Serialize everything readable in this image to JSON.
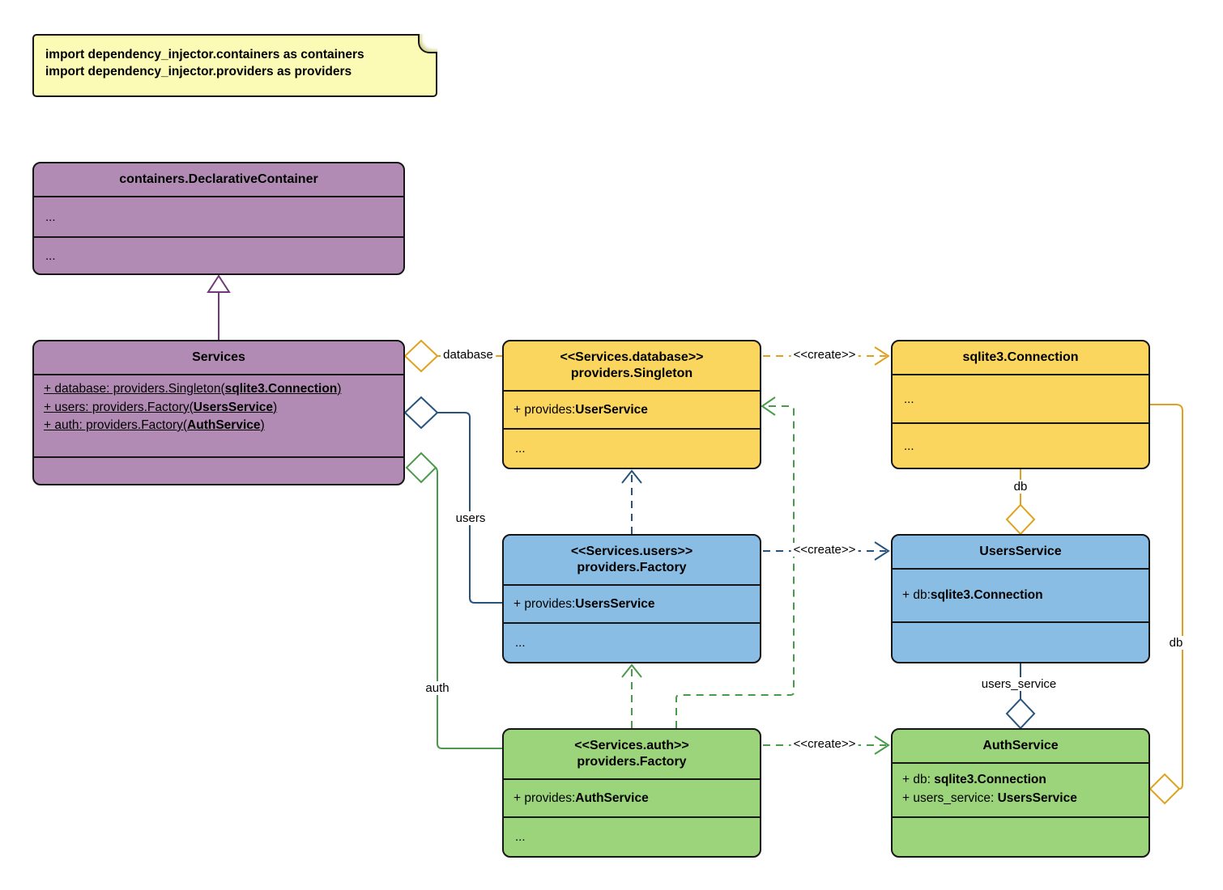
{
  "note": {
    "line1": "import dependency_injector.containers as containers",
    "line2": "import dependency_injector.providers as providers"
  },
  "classes": {
    "declarative_container": {
      "title": "containers.DeclarativeContainer",
      "section1": "...",
      "section2": "..."
    },
    "services": {
      "title": "Services",
      "attr1": {
        "prefix": "+ database: providers.Singleton(",
        "bold": "sqlite3.Connection",
        "suffix": ")"
      },
      "attr2": {
        "prefix": "+ users: providers.Factory(",
        "bold": "UsersService",
        "suffix": ")"
      },
      "attr3": {
        "prefix": "+ auth: providers.Factory(",
        "bold": "AuthService",
        "suffix": ")"
      }
    },
    "database_provider": {
      "title_line1": "<<Services.database>>",
      "title_line2": "providers.Singleton",
      "provides": {
        "prefix": "+ provides: ",
        "bold": "UserService"
      },
      "section2": "..."
    },
    "sqlite_connection": {
      "title": "sqlite3.Connection",
      "section1": "...",
      "section2": "..."
    },
    "users_provider": {
      "title_line1": "<<Services.users>>",
      "title_line2": "providers.Factory",
      "provides": {
        "prefix": "+ provides: ",
        "bold": "UsersService"
      },
      "section2": "..."
    },
    "users_service": {
      "title": "UsersService",
      "attr1": {
        "prefix": "+ db: ",
        "bold": "sqlite3.Connection"
      }
    },
    "auth_provider": {
      "title_line1": "<<Services.auth>>",
      "title_line2": "providers.Factory",
      "provides": {
        "prefix": "+ provides: ",
        "bold": "AuthService"
      },
      "section2": "..."
    },
    "auth_service": {
      "title": "AuthService",
      "attr1": {
        "prefix": "+ db: ",
        "bold": "sqlite3.Connection"
      },
      "attr2": {
        "prefix": "+ users_service: ",
        "bold": "UsersService"
      }
    }
  },
  "edge_labels": {
    "database": "database",
    "users": "users",
    "auth": "auth",
    "db_top": "db",
    "db_right": "db",
    "users_service": "users_service",
    "create": "<<create>>"
  },
  "colors": {
    "purple_fill": "#B18BB4",
    "purple_line": "#71397B",
    "yellow_fill": "#FBD65F",
    "yellow_line": "#DFA21E",
    "blue_fill": "#89BDE3",
    "blue_line": "#27547D",
    "green_fill": "#9BD47B",
    "green_line": "#4A9A49",
    "note_fill": "#FBFBB5"
  }
}
